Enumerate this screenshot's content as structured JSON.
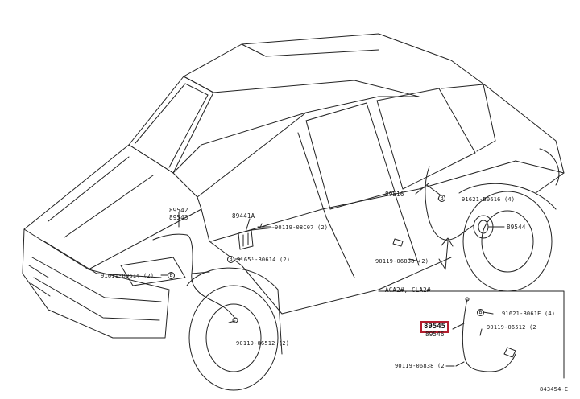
{
  "diagram": {
    "badge_letter": "B",
    "labels": {
      "p89542": "89542",
      "p89543": "89543",
      "p89441A": "89441A",
      "p90119_08c07": "90119-08C07 (2)",
      "p91611": "91611-B0614 (2)",
      "p91651": "9165¹-B0614 (2)",
      "p90119_06512_left": "90119-06512 (2)",
      "p89516": "89516",
      "p91621_top": "91621-B0616 (4)",
      "p89544": "89544",
      "p90119_06838": "90119-06838 (2)",
      "variant_note": "ACA2#, CLA2#",
      "p89545": "89545",
      "p89546": "89546",
      "p91621_inset": "91621-B061E (4)",
      "p90119_06512_inset": "90119-06512 (2",
      "p90119_06838_inset": "90119-06838 (2",
      "drawing_no": "843454-C"
    }
  },
  "colors": {
    "highlight": "#b21e2e",
    "line": "#222222"
  }
}
